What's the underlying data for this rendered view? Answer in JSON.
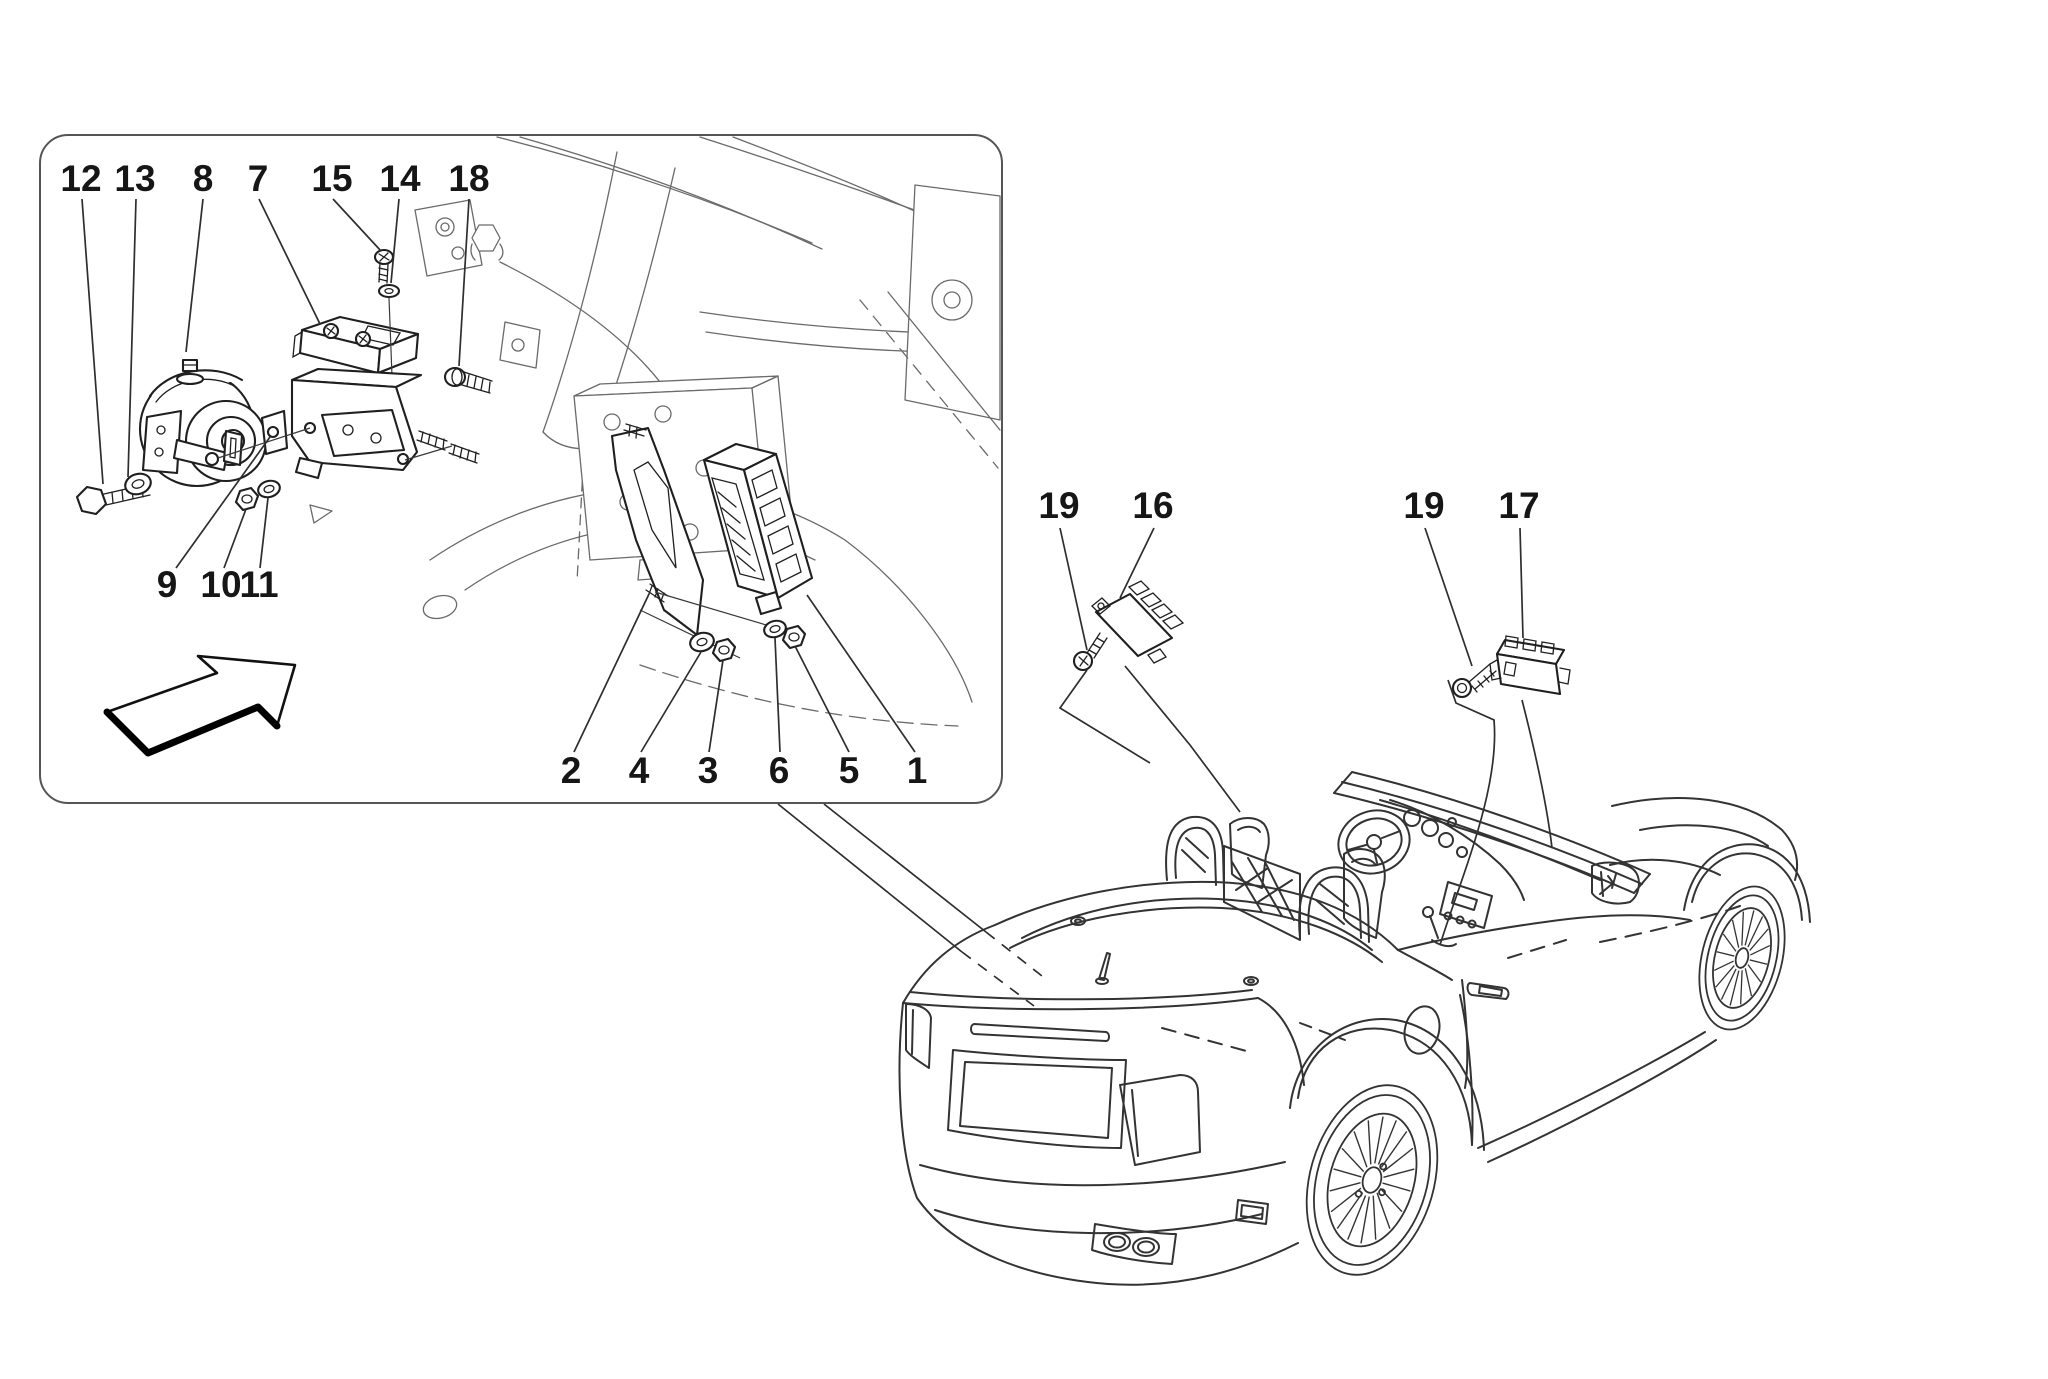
{
  "colors": {
    "background": "#ffffff",
    "line_dark": "#1f1f1f",
    "line_car": "#333333",
    "line_background_detail": "#6a6a6a",
    "label_text": "#161616",
    "panel_border": "#555555"
  },
  "inset": {
    "labels": [
      {
        "text": "12"
      },
      {
        "text": "13"
      },
      {
        "text": "8"
      },
      {
        "text": "7"
      },
      {
        "text": "15"
      },
      {
        "text": "14"
      },
      {
        "text": "18"
      },
      {
        "text": "9"
      },
      {
        "text": "10"
      },
      {
        "text": "11"
      },
      {
        "text": "2"
      },
      {
        "text": "4"
      },
      {
        "text": "3"
      },
      {
        "text": "6"
      },
      {
        "text": "5"
      },
      {
        "text": "1"
      }
    ]
  },
  "modules": {
    "left": {
      "screw_label": "19",
      "unit_label": "16"
    },
    "right": {
      "screw_label": "19",
      "unit_label": "17"
    }
  }
}
